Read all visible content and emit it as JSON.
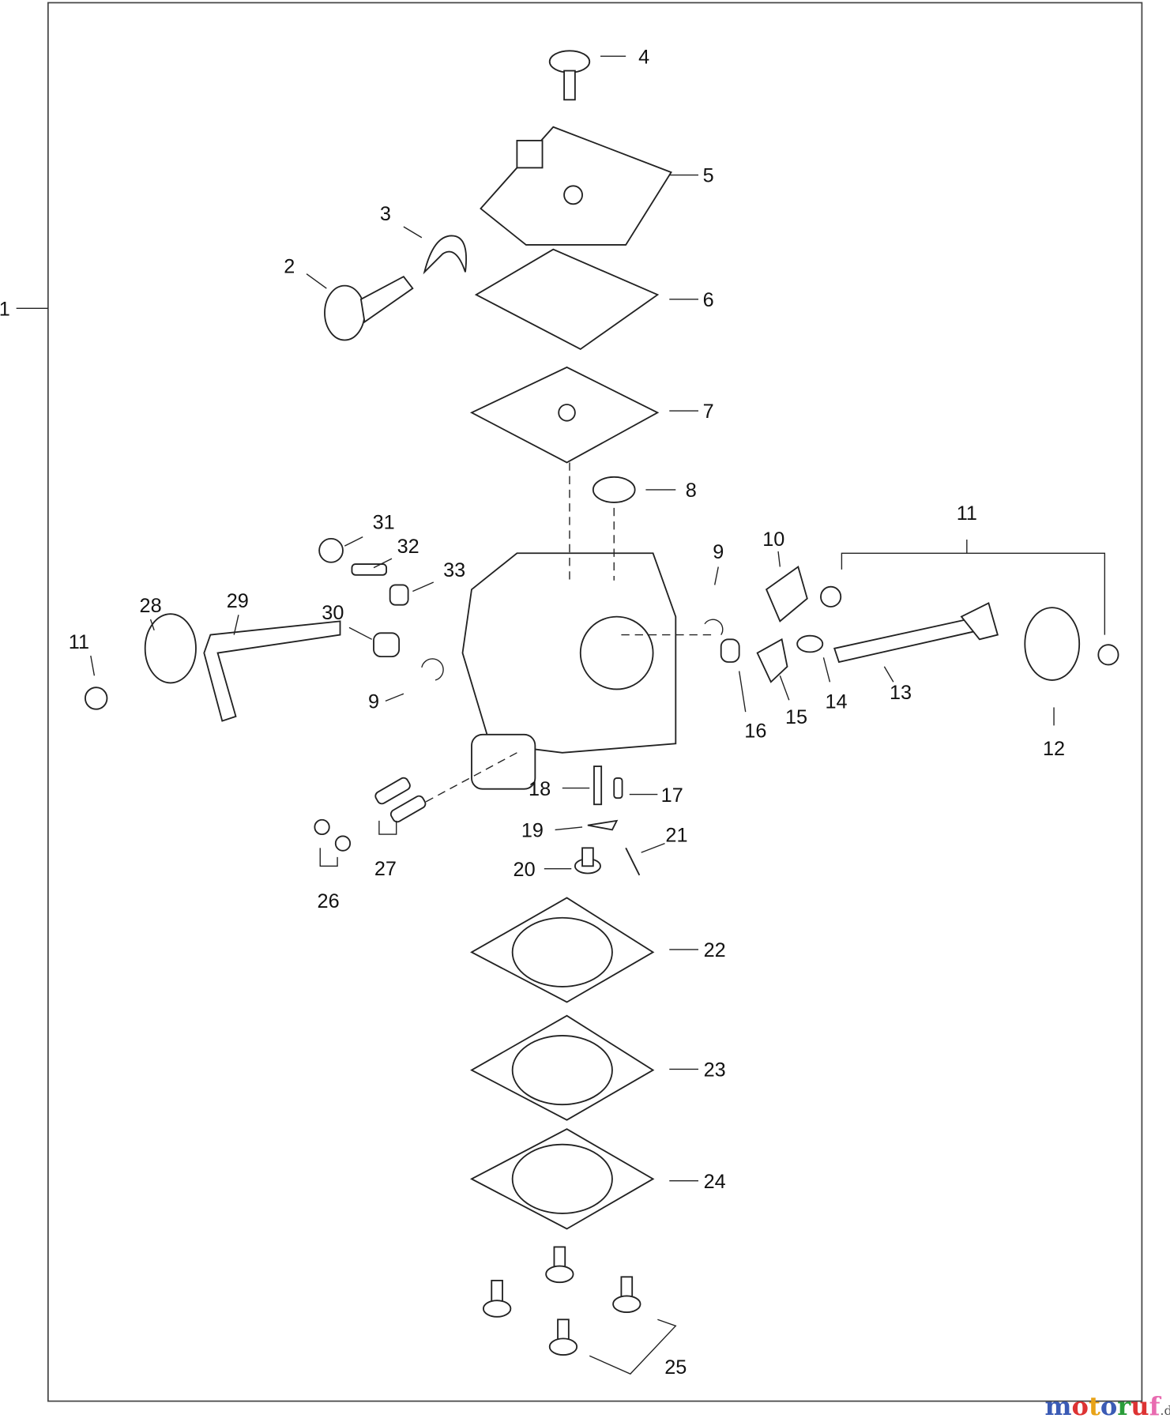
{
  "diagram": {
    "type": "exploded parts diagram (carburetor)",
    "callouts": [
      "1",
      "2",
      "3",
      "4",
      "5",
      "6",
      "7",
      "8",
      "9",
      "9",
      "10",
      "11",
      "11",
      "12",
      "13",
      "14",
      "15",
      "16",
      "17",
      "18",
      "19",
      "20",
      "21",
      "22",
      "23",
      "24",
      "25",
      "26",
      "27",
      "28",
      "29",
      "30",
      "31",
      "32",
      "33"
    ]
  },
  "watermark": {
    "text": "motoruf",
    "suffix": ".de",
    "colors": [
      "#3b5bb5",
      "#d33",
      "#e8a317",
      "#3b5bb5",
      "#2a9d3a",
      "#d33",
      "#e86bb0",
      "#f0b400"
    ]
  }
}
